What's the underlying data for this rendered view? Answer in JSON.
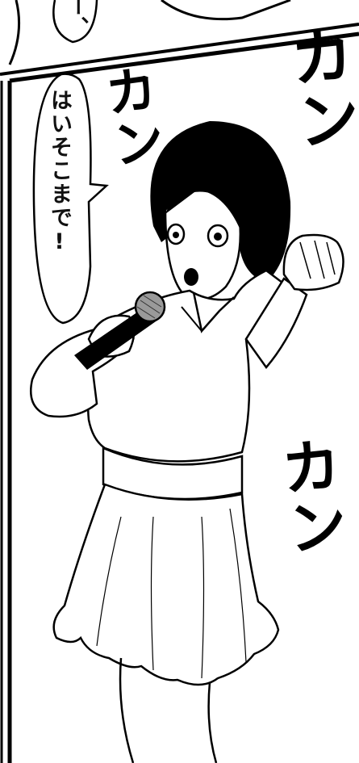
{
  "speech": {
    "main": "はいそこまで!",
    "top_fragment": "ー、"
  },
  "sfx": {
    "kan_1": "カン",
    "kan_2": "カン",
    "kan_3": "カン"
  },
  "colors": {
    "ink": "#000000",
    "paper": "#ffffff",
    "mic_head": "#9a9a9a"
  }
}
